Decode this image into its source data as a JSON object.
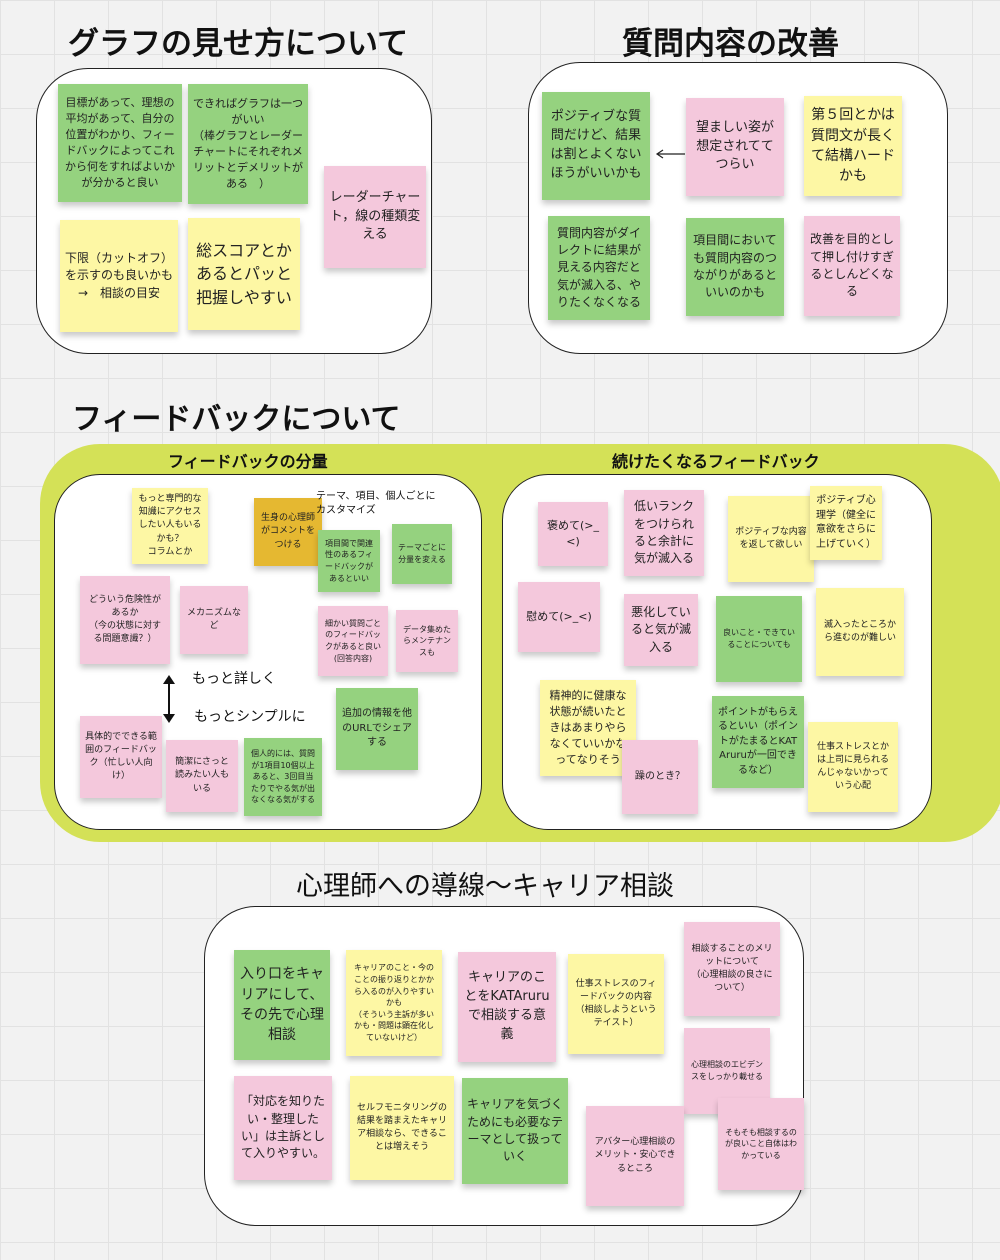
{
  "sections": {
    "graph": {
      "title": "グラフの見せ方について",
      "notes": [
        "目標があって、理想の平均があって、自分の位置がわかり、フィードバックによってこれから何をすればよいかが分かると良い",
        "できればグラフは一つがいい\n（棒グラフとレーダーチャートにそれぞれメリットとデメリットがある　）",
        "レーダーチャート，線の種類変える",
        "下限（カットオフ）を示すのも良いかも\n→　相談の目安",
        "総スコアとかあるとパッと把握しやすい"
      ]
    },
    "question": {
      "title": "質問内容の改善",
      "notes": [
        "ポジティブな質問だけど、結果は割とよくないほうがいいかも",
        "望ましい姿が想定されててつらい",
        "第５回とかは質問文が長くて結構ハードかも",
        "質問内容がダイレクトに結果が見える内容だと気が滅入る、やりたくなくなる",
        "項目間においても質問内容のつながりがあるといいのかも",
        "改善を目的として押し付けすぎるとしんどくなる"
      ]
    },
    "feedback": {
      "title": "フィードバックについて",
      "amount": {
        "subtitle": "フィードバックの分量",
        "notes": [
          "もっと専門的な知識にアクセスしたい人もいるかも？\nコラムとか",
          "生身の心理師がコメントをつける",
          "項目間で関連性のあるフィードバックがあるといい",
          "テーマごとに分量を変える",
          "どういう危険性があるか\n（今の状態に対する問題意識？）",
          "メカニズムなど",
          "細かい質問ごとのフィードバックがあると良い(回答内容)",
          "データ集めたらメンテナンスも",
          "追加の情報を他のURLでシェアする",
          "具体的でできる範囲のフィードバック（忙しい人向け）",
          "簡潔にさっと読みたい人もいる",
          "個人的には、質問が1項目10個以上あると、3回目当たりでやる気が出なくなる気がする"
        ],
        "free_texts": [
          "テーマ、項目、個人ごとにカスタマイズ",
          "もっと詳しく",
          "もっとシンプルに"
        ]
      },
      "continue": {
        "subtitle": "続けたくなるフィードバック",
        "notes": [
          "褒めて(>_<)",
          "低いランクをつけられると余計に気が滅入る",
          "ポジティブな内容を返して欲しい",
          "ポジティブ心理学（健全に意欲をさらに上げていく）",
          "慰めて(>_<)",
          "悪化していると気が滅入る",
          "良いこと・できていることについても",
          "滅入ったところから進むのが難しい",
          "精神的に健康な状態が続いたときはあまりやらなくていいかなってなりそう",
          "躁のとき？",
          "ポイントがもらえるといい（ポイントがたまるとKATAruruが一回できるなど）",
          "仕事ストレスとかは上司に見られるんじゃないかっていう心配"
        ]
      }
    },
    "career": {
      "title": "心理師への導線〜キャリア相談",
      "notes": [
        "入り口をキャリアにして、その先で心理相談",
        "キャリアのこと・今のことの振り返りとかから入るのが入りやすいかも\n（そういう主訴が多いかも・問題は顕在化していないけど）",
        "キャリアのことをKATAruruで相談する意義",
        "仕事ストレスのフィードバックの内容\n（相談しようというテイスト）",
        "相談することのメリットについて\n（心理相談の良さについて）",
        "心理相談のエビデンスをしっかり載せる",
        "「対応を知りたい・整理したい」は主訴として入りやすい。",
        "セルフモニタリングの結果を踏まえたキャリア相談なら、できることは増えそう",
        "キャリアを気づくためにも必要なテーマとして扱っていく",
        "アバター心理相談のメリット・安心できるところ",
        "そもそも相談するのが良いこと自体はわかっている"
      ]
    }
  },
  "colors": {
    "yellow": "#fdf7a4",
    "green": "#95d27f",
    "pink": "#f4c8dc",
    "orange": "#e5b831",
    "region": "#d4e157"
  },
  "icons": [
    "arrow-left-icon",
    "double-arrow-vertical-icon"
  ]
}
